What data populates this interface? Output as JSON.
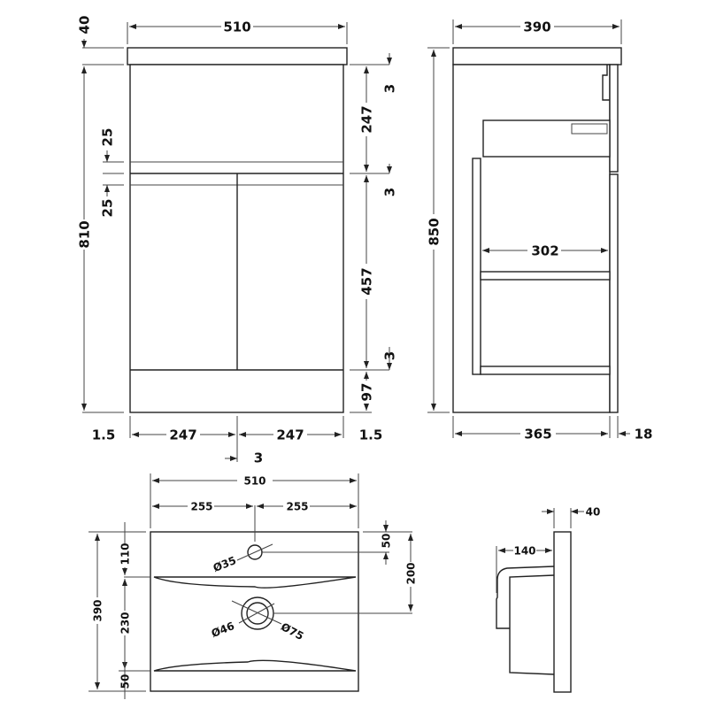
{
  "front_view": {
    "width": "510",
    "worktop": "40",
    "height": "810",
    "rail_top": "25",
    "rail_bottom": "25",
    "gap_top": "3",
    "upper": "247",
    "gap_mid": "3",
    "door": "457",
    "gap_low": "3",
    "plinth": "97",
    "side_left": "1.5",
    "door_left": "247",
    "door_right": "247",
    "side_right": "1.5",
    "door_gap": "3"
  },
  "side_view": {
    "depth": "390",
    "height": "850",
    "shelf": "302",
    "carcass": "365",
    "door": "18"
  },
  "basin_plan": {
    "width": "510",
    "half_left": "255",
    "half_right": "255",
    "depth": "390",
    "tap_offset": "110",
    "bowl": "230",
    "front": "50",
    "tap_back": "50",
    "waste_back": "200",
    "tap_hole": "Ø35",
    "waste_inner": "Ø46",
    "waste_outer": "Ø75"
  },
  "basin_side": {
    "thickness": "40",
    "projection": "140"
  }
}
